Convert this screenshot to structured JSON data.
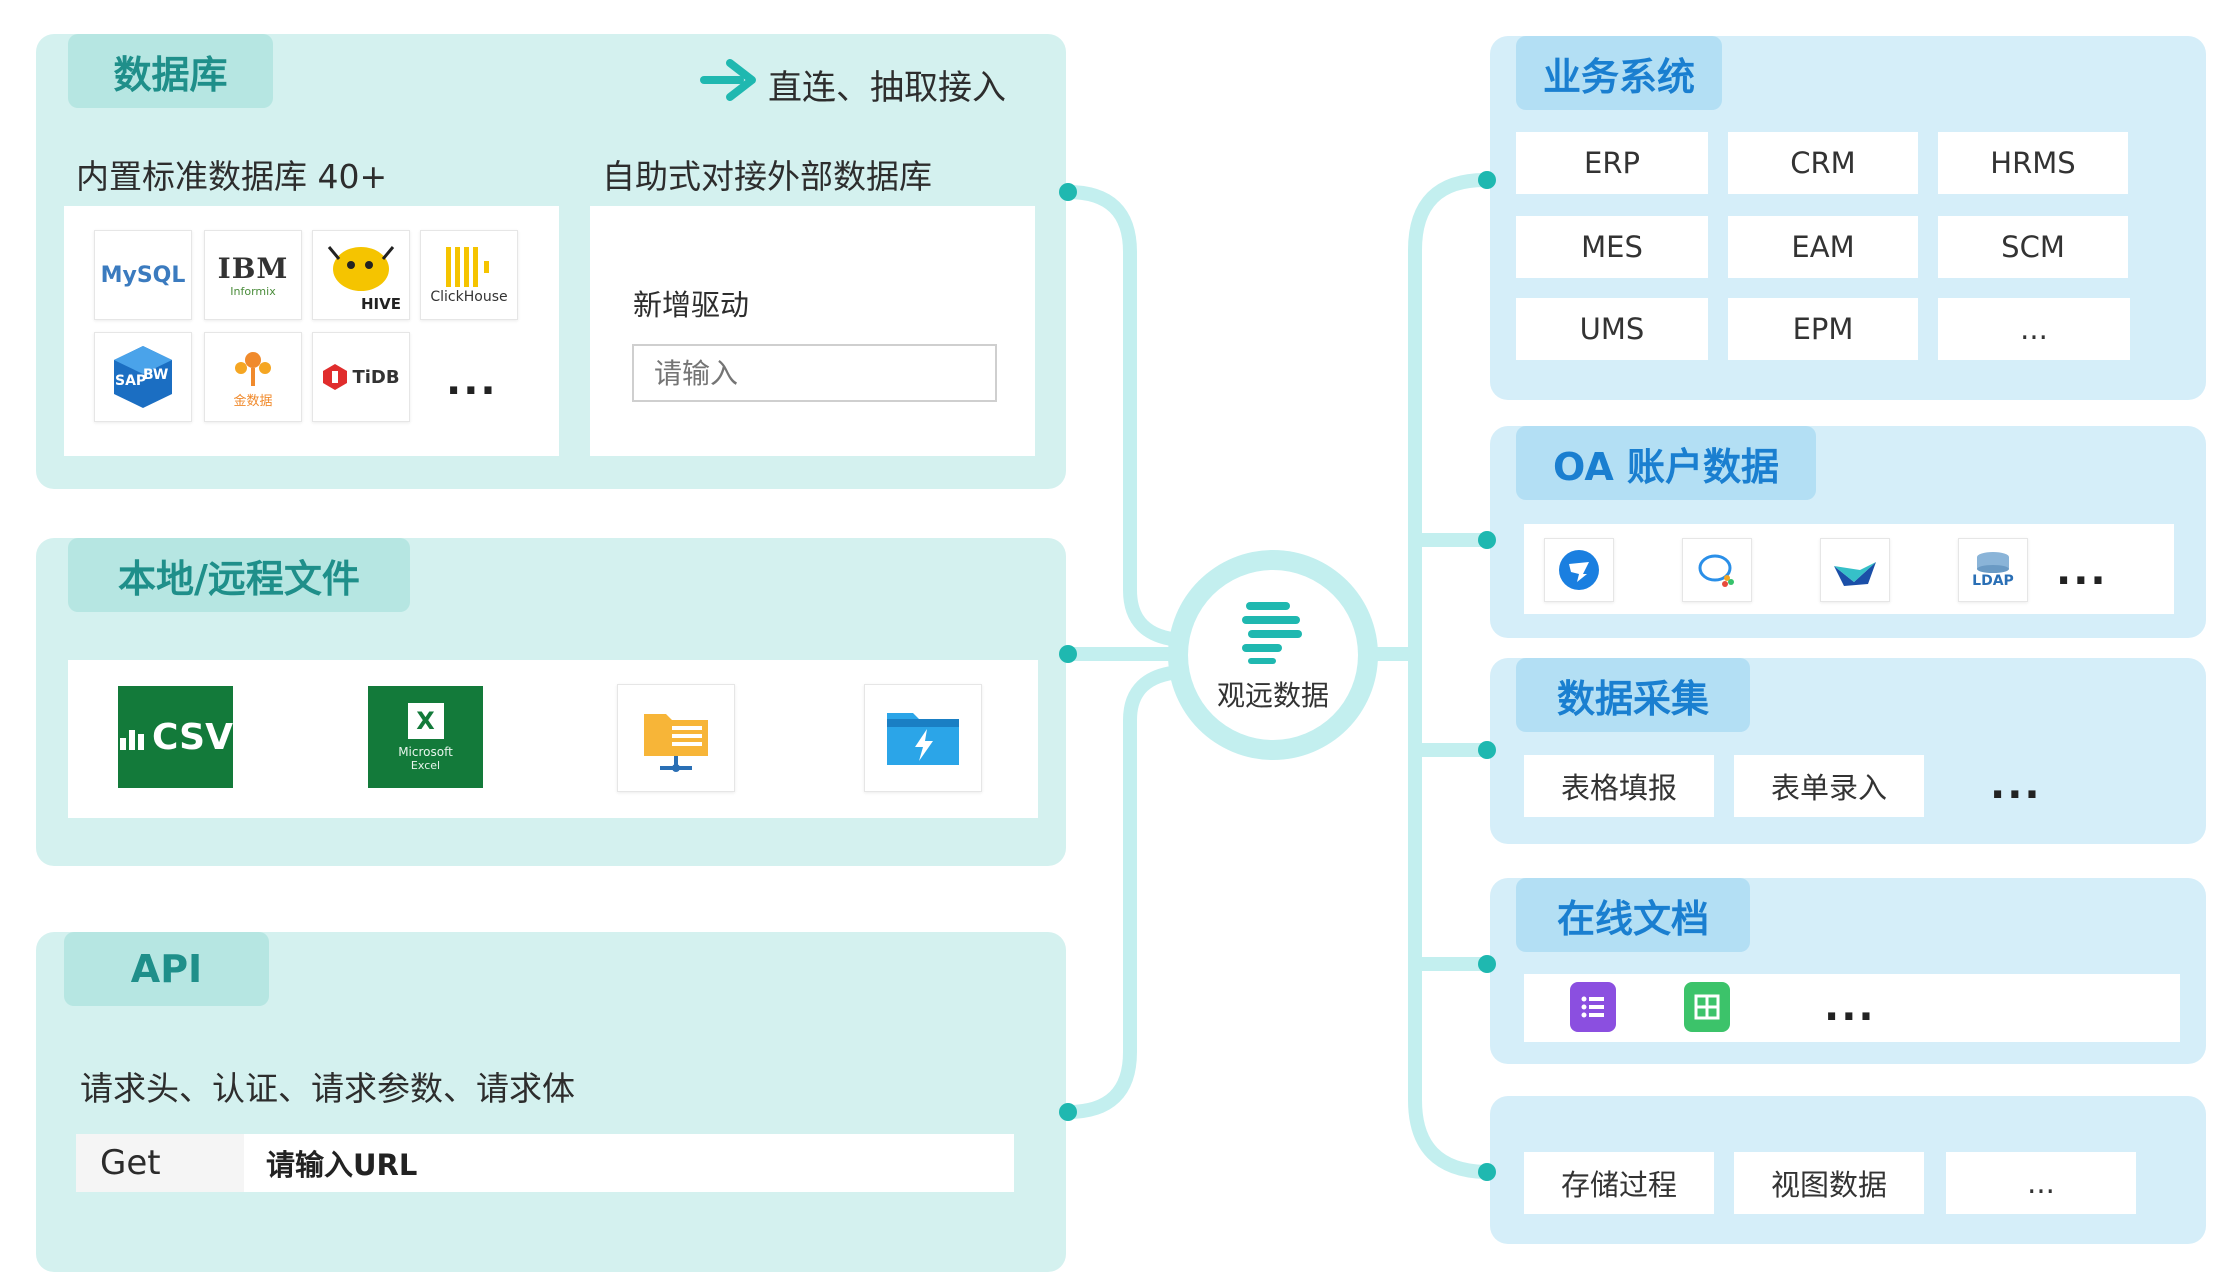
{
  "database": {
    "title": "数据库",
    "direct_label": "直连、抽取接入",
    "builtin_label": "内置标准数据库 40+",
    "external_label": "自助式对接外部数据库",
    "logos": [
      "MySQL",
      "IBM",
      "Informix",
      "HIVE",
      "ClickHouse",
      "SAP",
      "BW",
      "金数据",
      "TiDB"
    ],
    "more": "...",
    "driver_label": "新增驱动",
    "driver_placeholder": "请输入"
  },
  "files": {
    "title": "本地/远程文件",
    "csv": "CSV",
    "excel_logo": "X",
    "excel_name": "Microsoft",
    "excel_sub": "Excel"
  },
  "api": {
    "title": "API",
    "desc": "请求头、认证、请求参数、请求体",
    "method": "Get",
    "url_placeholder": "请输入URL"
  },
  "center": {
    "label": "观远数据"
  },
  "business": {
    "title": "业务系统",
    "items": [
      "ERP",
      "CRM",
      "HRMS",
      "MES",
      "EAM",
      "SCM",
      "UMS",
      "EPM",
      "..."
    ]
  },
  "oa": {
    "title": "OA 账户数据",
    "ldap": "LDAP",
    "more": "..."
  },
  "collect": {
    "title": "数据采集",
    "items": [
      "表格填报",
      "表单录入"
    ],
    "more": "..."
  },
  "docs": {
    "title": "在线文档",
    "more": "..."
  },
  "other": {
    "items": [
      "存储过程",
      "视图数据",
      "..."
    ]
  },
  "colors": {
    "teal": "#1fb8b0",
    "line": "#bfeeee",
    "left_panel": "#d4f1ef",
    "right_panel": "#d5eef9",
    "right_title": "#1a7fd0",
    "left_title": "#1f8f8a"
  }
}
